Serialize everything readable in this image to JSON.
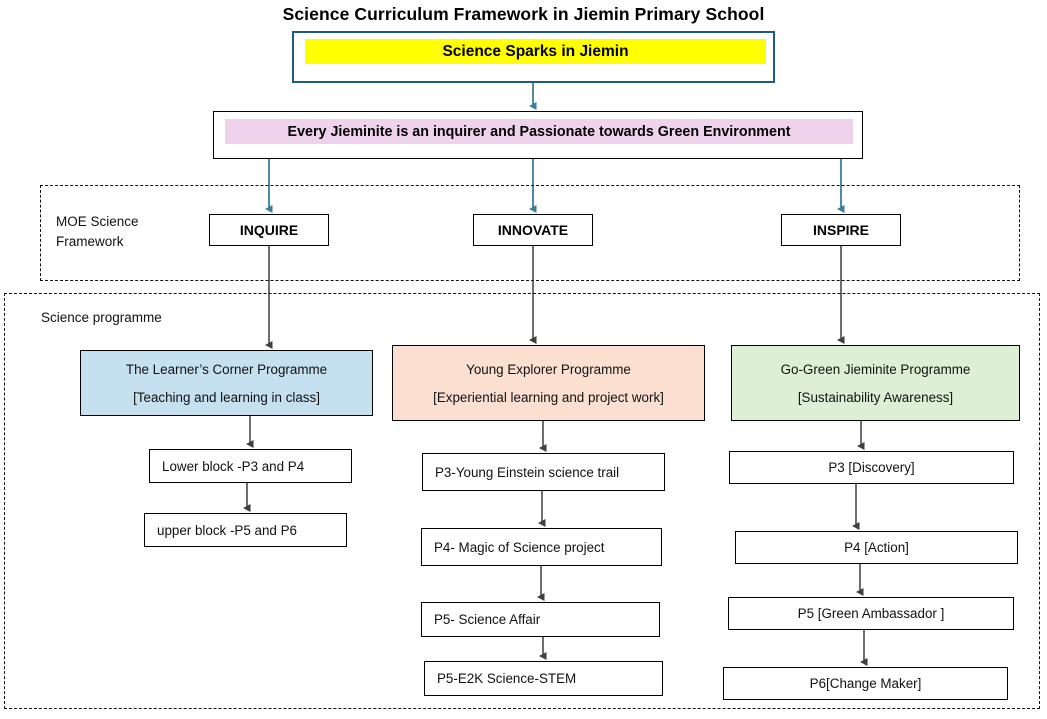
{
  "page": {
    "title": "Science Curriculum Framework in Jiemin Primary School"
  },
  "banner": {
    "text": "Science Sparks in Jiemin",
    "highlight_color": "#FFFF00",
    "border_color": "#1F5B7D"
  },
  "vision": {
    "text": "Every Jieminite is an inquirer and Passionate towards Green Environment",
    "highlight_color": "#EFD3EC",
    "border_color": "#000000"
  },
  "moe_section": {
    "label": "MOE Science Framework",
    "border_style": "dash-dot",
    "pillars": [
      {
        "label": "INQUIRE"
      },
      {
        "label": "INNOVATE"
      },
      {
        "label": "INSPIRE"
      }
    ]
  },
  "programme_section": {
    "label": "Science programme",
    "border_style": "dashed",
    "columns": [
      {
        "name": "learners-corner",
        "header_line1": "The Learner’s Corner Programme",
        "header_line2": "[Teaching and learning in class]",
        "color": "#C5E1F0",
        "items": [
          "Lower block -P3 and P4",
          "upper block -P5 and P6"
        ]
      },
      {
        "name": "young-explorer",
        "header_line1": "Young Explorer Programme",
        "header_line2": "[Experiential learning and project work]",
        "color": "#FBE0D2",
        "items": [
          "P3-Young Einstein science trail",
          "P4- Magic of Science project",
          "P5- Science Affair",
          "P5-E2K Science-STEM"
        ]
      },
      {
        "name": "go-green-jieminite",
        "header_line1": "Go-Green Jieminite Programme",
        "header_line2": "[Sustainability Awareness]",
        "color": "#DDF0D5",
        "items": [
          "P3 [Discovery]",
          "P4 [Action]",
          "P5 [Green Ambassador ]",
          "P6[Change Maker]"
        ]
      }
    ]
  },
  "connector_colors": {
    "teal_arrow": "#3C7E9C",
    "dark_arrow": "#4A4A4A"
  }
}
